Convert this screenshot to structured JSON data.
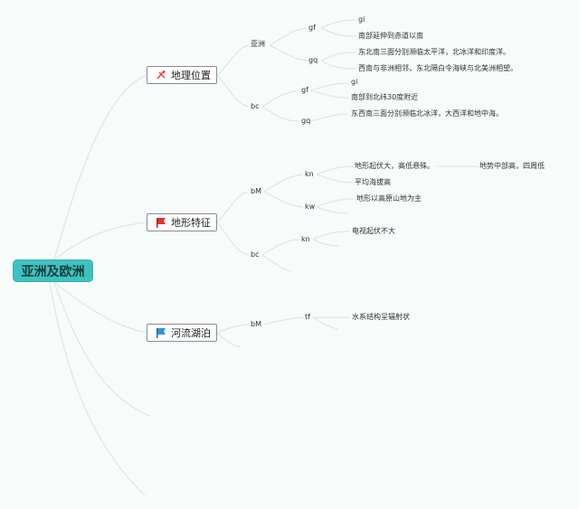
{
  "root": {
    "label": "亚洲及欧洲"
  },
  "topics": {
    "geo": {
      "label": "地理位置",
      "icon": "tools-icon"
    },
    "terrain": {
      "label": "地形特征",
      "icon": "red-flag-icon"
    },
    "rivers": {
      "label": "河流湖泊",
      "icon": "blue-flag-icon"
    }
  },
  "nodes": {
    "asia": "亚洲",
    "asia_gf": "gf",
    "asia_gf_gi": "gi",
    "asia_gf_south": "南部延伸到赤道以南",
    "asia_gq": "gq",
    "asia_gq_1": "东北南三面分别濒临太平洋，北冰洋和印度洋。",
    "asia_gq_2": "西南与非洲相邻，东北隔白令海峡与北美洲相望。",
    "bc": "bc",
    "bc_gf": "gf",
    "bc_gf_gi": "gi",
    "bc_gf_south": "南部到北纬30度附近",
    "bc_gq": "gq",
    "bc_gq_1": "东西南三面分别濒临北冰洋，大西洋和地中海。",
    "t_bM": "bM",
    "t_kn": "kn",
    "t_kn_1": "地形起伏大，高低悬殊。",
    "t_kn_1b": "地势中部高，四周低",
    "t_kn_2": "平均海拔高",
    "t_kw": "kw",
    "t_kw_1": "地形以高原山地为主",
    "t_bc": "bc",
    "t_bc_kn": "kn",
    "t_bc_kn_1": "电视起伏不大",
    "r_bM": "bM",
    "r_tf": "tf",
    "r_tf_1": "水系结构呈辐射状"
  }
}
